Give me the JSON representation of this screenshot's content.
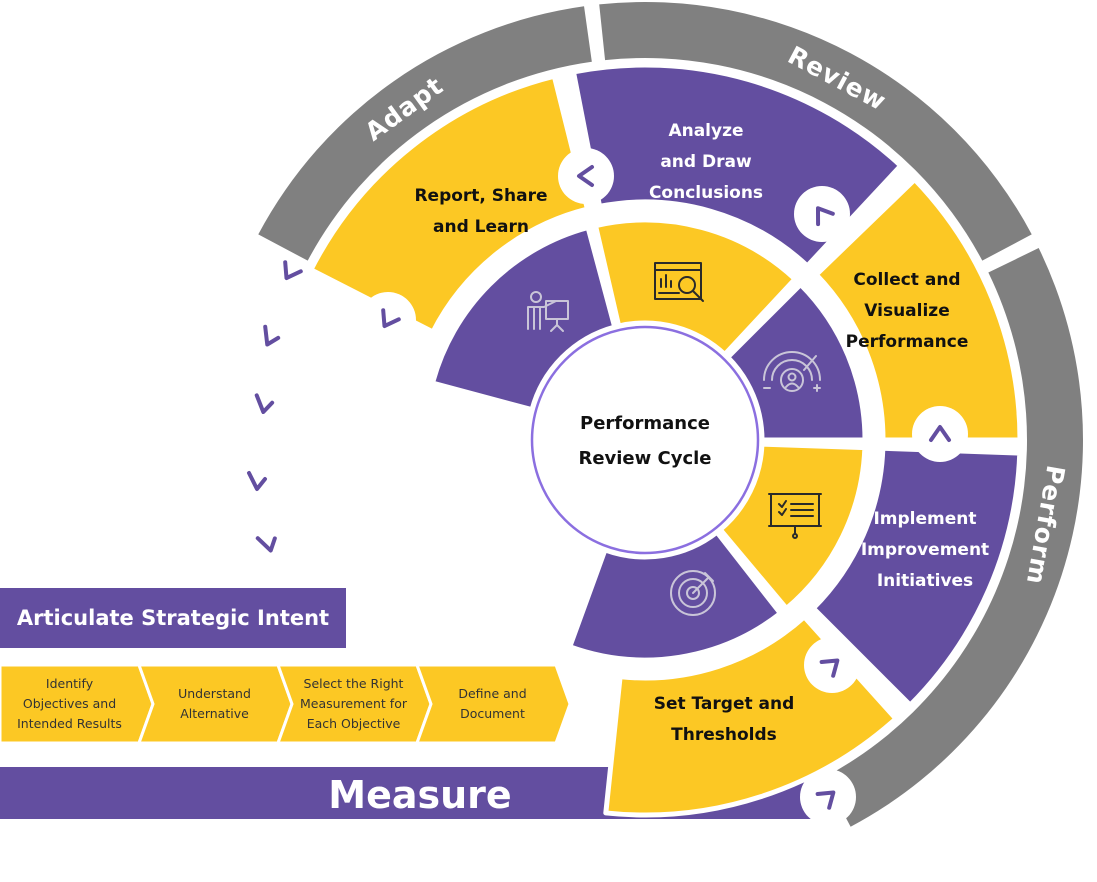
{
  "colors": {
    "purple": "#634ea0",
    "yellow": "#fcc824",
    "gray": "#808080",
    "white": "#ffffff",
    "center_ring": "#8b6fe0",
    "icon_light": "#c9c5d8",
    "icon_dark": "#2a2a2a"
  },
  "center": {
    "line1": "Performance",
    "line2": "Review Cycle"
  },
  "phases": [
    {
      "id": "adapt",
      "label": "Adapt"
    },
    {
      "id": "review",
      "label": "Review"
    },
    {
      "id": "perform",
      "label": "Perform"
    }
  ],
  "segments": [
    {
      "id": "report",
      "lines": [
        "Report, Share",
        "and Learn"
      ],
      "color": "yellow",
      "icon": "presenter-icon"
    },
    {
      "id": "analyze",
      "lines": [
        "Analyze",
        "and Draw",
        "Conclusions"
      ],
      "color": "purple",
      "icon": "analytics-dashboard-icon"
    },
    {
      "id": "collect",
      "lines": [
        "Collect and",
        "Visualize",
        "Performance"
      ],
      "color": "yellow",
      "icon": "performance-gauge-icon"
    },
    {
      "id": "implement",
      "lines": [
        "Implement",
        "Improvement",
        "Initiatives"
      ],
      "color": "purple",
      "icon": "checklist-board-icon"
    },
    {
      "id": "target",
      "lines": [
        "Set Target and",
        "Thresholds"
      ],
      "color": "yellow",
      "icon": "target-icon"
    }
  ],
  "measure": {
    "strategic_intent": "Articulate Strategic Intent",
    "banner": "Measure",
    "steps": [
      {
        "lines": [
          "Identify",
          "Objectives and",
          "Intended Results"
        ]
      },
      {
        "lines": [
          "Understand",
          "Alternative"
        ]
      },
      {
        "lines": [
          "Select the Right",
          "Measurement for",
          "Each Objective"
        ]
      },
      {
        "lines": [
          "Define and",
          "Document"
        ]
      }
    ]
  }
}
